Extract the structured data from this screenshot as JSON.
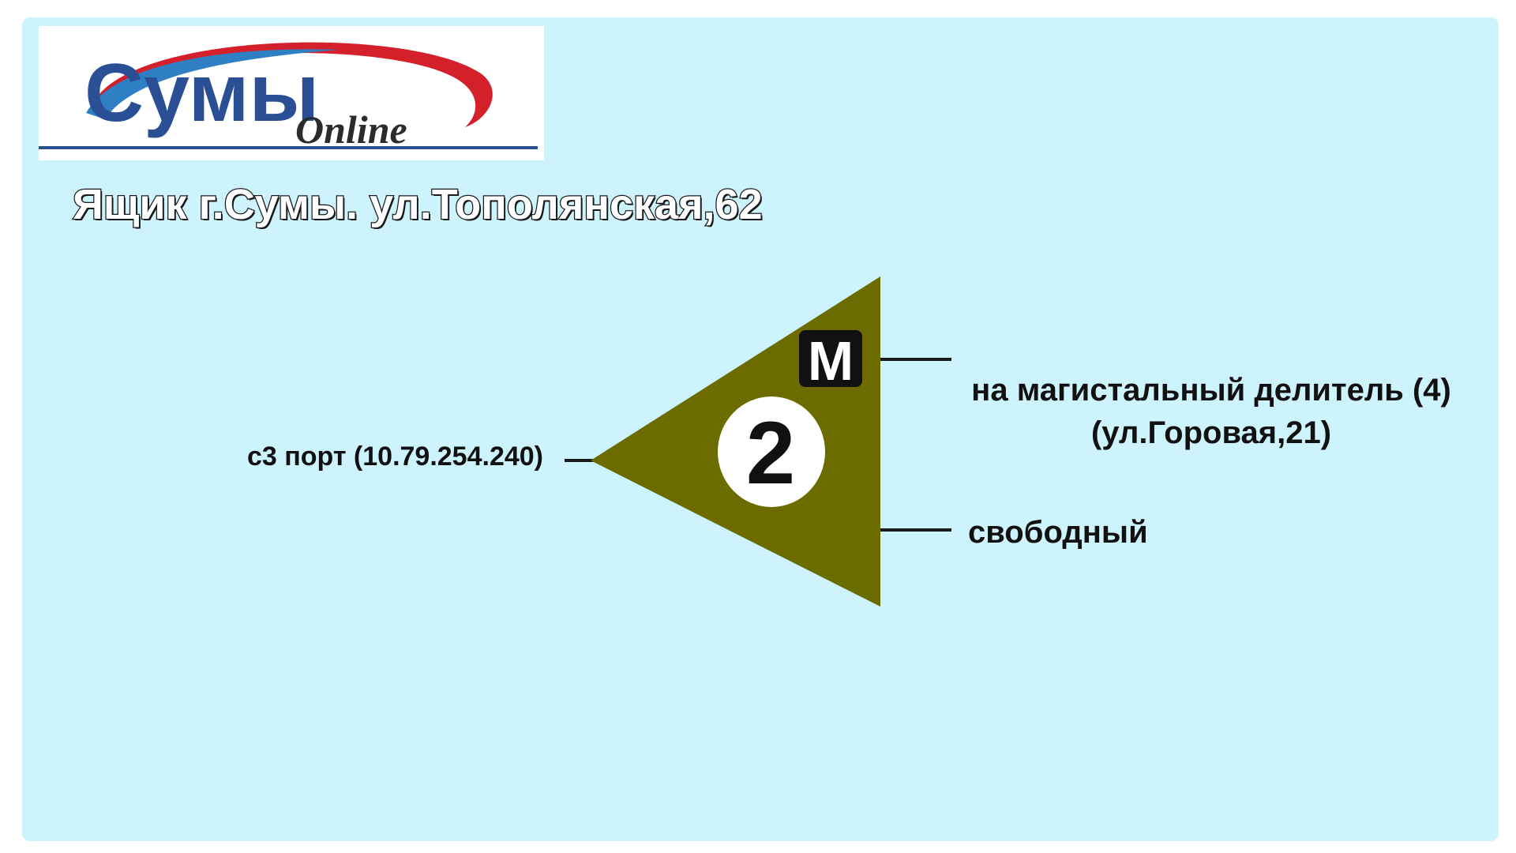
{
  "logo": {
    "text_main": "Сумы",
    "text_sub": "Online",
    "colors": {
      "main": "#2a4f94",
      "sub": "#2b2b2b",
      "swoosh_red": "#d4202a",
      "swoosh_blue": "#2f7fc4",
      "rule": "#2a4f94"
    }
  },
  "title": "Ящик г.Сумы. ул.Тополянская,62",
  "splitter": {
    "number": "2",
    "marker": "М",
    "fill_color": "#6b6b00",
    "input_label": "с3 порт (10.79.254.240)",
    "outputs": [
      {
        "line1": "на магистальный делитель (4)",
        "line2": "(ул.Горовая,21)"
      },
      {
        "line1": "свободный"
      }
    ]
  },
  "colors": {
    "background": "#cdf3fc",
    "line": "#1a1a1a"
  }
}
